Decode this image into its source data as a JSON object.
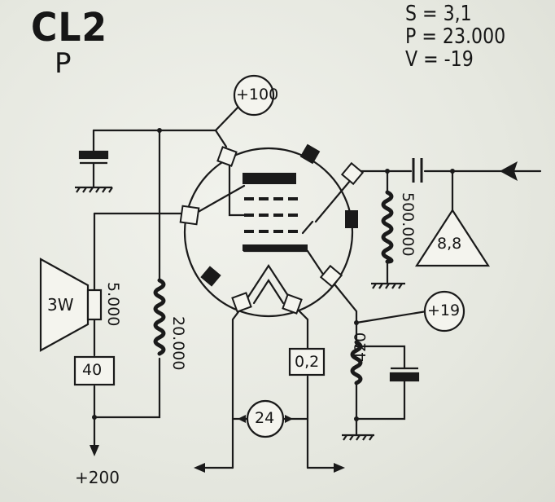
{
  "title": "CL2",
  "subtitle": "P",
  "params": {
    "s": "S = 3,1",
    "p": "P = 23.000",
    "v": "V = -19"
  },
  "labels": {
    "plate_voltage": "+100",
    "input_signal": "8,8",
    "grid_resistor": "500.000",
    "speaker": "3W",
    "speaker_impedance": "5.000",
    "screen_resistor": "20.000",
    "choke": "40",
    "cathode_voltage": "+19",
    "cathode_resistor": "420",
    "heater_current": "0,2",
    "heater_voltage": "24",
    "supply": "+200"
  }
}
